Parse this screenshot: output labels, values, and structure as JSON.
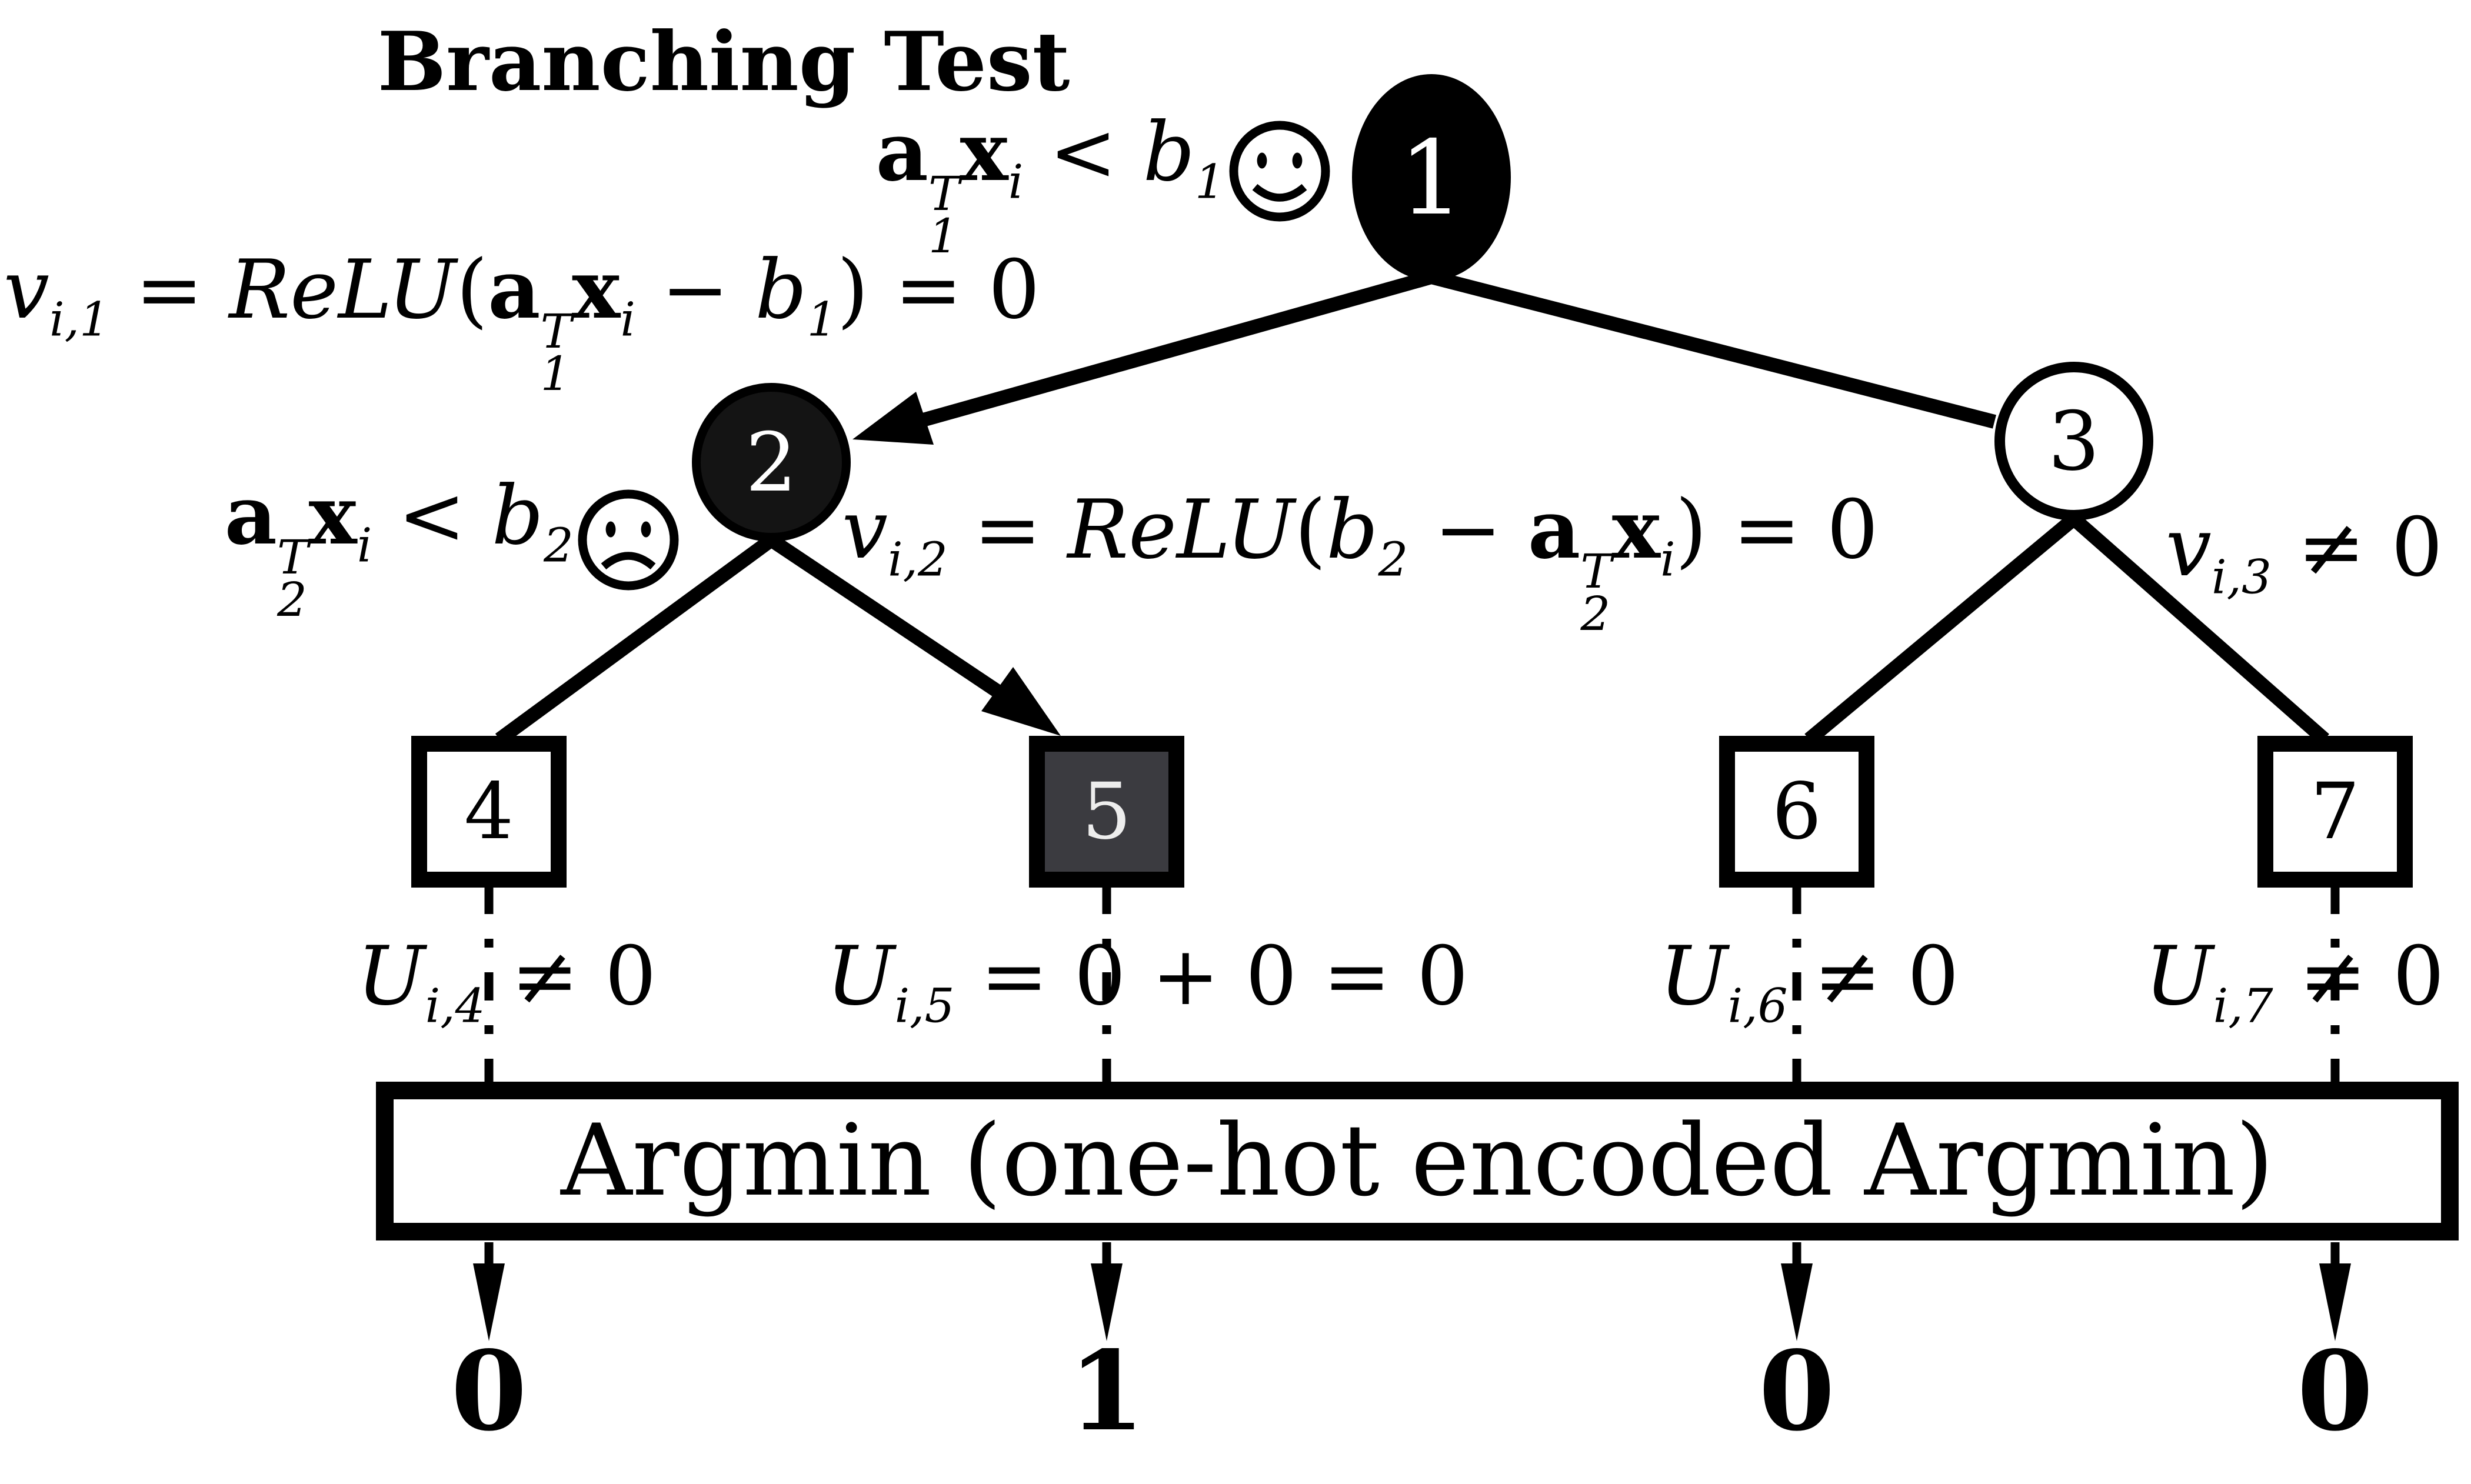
{
  "title": "Branching Test",
  "colors": {
    "ink": "#000000",
    "background": "#ffffff",
    "node1_fill": "#000000",
    "node2_fill": "#141414",
    "node3_fill": "#ffffff",
    "leaf5_fill": "#3b3b40",
    "leaf5_text": "#ededed"
  },
  "nodes": {
    "node1": {
      "label": "1"
    },
    "node2": {
      "label": "2"
    },
    "node3": {
      "label": "3"
    },
    "leaf4": {
      "label": "4"
    },
    "leaf5": {
      "label": "5"
    },
    "leaf6": {
      "label": "6"
    },
    "leaf7": {
      "label": "7"
    }
  },
  "icons": {
    "smiley": "happy-face",
    "frowny": "sad-face"
  },
  "equations": {
    "branch1": [
      {
        "t": "a",
        "s": "bf",
        "sup": "T",
        "sub": "1"
      },
      {
        "t": "x",
        "s": "bf",
        "sub": "i"
      },
      {
        "t": " < ",
        "s": "up"
      },
      {
        "t": "b",
        "sub": "1"
      }
    ],
    "relu1": [
      {
        "t": "v",
        "sub": "i,1"
      },
      {
        "t": " = ",
        "s": "up"
      },
      {
        "t": "ReLU"
      },
      {
        "t": "(",
        "s": "up"
      },
      {
        "t": "a",
        "s": "bf",
        "sup": "T",
        "sub": "1"
      },
      {
        "t": "x",
        "s": "bf",
        "sub": "i"
      },
      {
        "t": " − ",
        "s": "up"
      },
      {
        "t": "b",
        "sub": "1"
      },
      {
        "t": ") = 0",
        "s": "up"
      }
    ],
    "branch2": [
      {
        "t": "a",
        "s": "bf",
        "sup": "T",
        "sub": "2"
      },
      {
        "t": "x",
        "s": "bf",
        "sub": "i"
      },
      {
        "t": " < ",
        "s": "up"
      },
      {
        "t": "b",
        "sub": "2"
      }
    ],
    "relu2": [
      {
        "t": "v",
        "sub": "i,2"
      },
      {
        "t": " = ",
        "s": "up"
      },
      {
        "t": "ReLU"
      },
      {
        "t": "(",
        "s": "up"
      },
      {
        "t": "b",
        "sub": "2"
      },
      {
        "t": " − ",
        "s": "up"
      },
      {
        "t": "a",
        "s": "bf",
        "sup": "T",
        "sub": "2"
      },
      {
        "t": "x",
        "s": "bf",
        "sub": "i"
      },
      {
        "t": ") = 0",
        "s": "up"
      }
    ],
    "v3": [
      {
        "t": "v",
        "sub": "i,3"
      },
      {
        "t": " ≠ 0",
        "s": "up"
      }
    ],
    "u4": [
      {
        "t": "U",
        "sub": "i,4"
      },
      {
        "t": " ≠ 0",
        "s": "up"
      }
    ],
    "u5": [
      {
        "t": "U",
        "sub": "i,5"
      },
      {
        "t": " = 0 + 0 = 0",
        "s": "up"
      }
    ],
    "u6": [
      {
        "t": "U",
        "sub": "i,6"
      },
      {
        "t": " ≠ 0",
        "s": "up"
      }
    ],
    "u7": [
      {
        "t": "U",
        "sub": "i,7"
      },
      {
        "t": " ≠ 0",
        "s": "up"
      }
    ]
  },
  "argmin_label": "Argmin (one-hot encoded Argmin)",
  "outputs": [
    "0",
    "1",
    "0",
    "0"
  ]
}
